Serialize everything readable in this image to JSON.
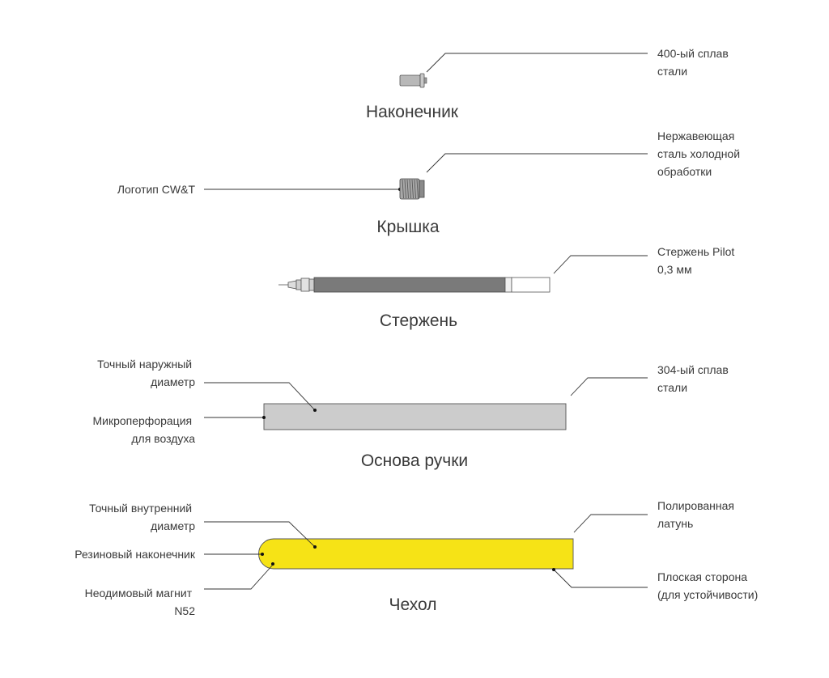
{
  "colors": {
    "text": "#3a3a3a",
    "steel": "#b8b8b8",
    "refill_body": "#7a7a7a",
    "base": "#cccccc",
    "brass": "#f6e316",
    "outline": "#555555"
  },
  "parts": {
    "tip": {
      "title": "Наконечник",
      "material": [
        "400-ый сплав",
        "стали"
      ]
    },
    "cap": {
      "title": "Крышка",
      "material": [
        "Нержавеющая",
        "сталь холодной",
        "обработки"
      ],
      "logo": "Логотип CW&T"
    },
    "refill": {
      "title": "Стержень",
      "material": [
        "Стержень Pilot",
        "0,3 мм"
      ]
    },
    "base": {
      "title": "Основа ручки",
      "outer_diameter": [
        "Точный наружный",
        "диаметр"
      ],
      "microperf": [
        "Микроперфорация",
        "для воздуха"
      ],
      "material": [
        "304-ый сплав",
        "стали"
      ]
    },
    "sleeve": {
      "title": "Чехол",
      "inner_diameter": [
        "Точный внутренний",
        "диаметр"
      ],
      "rubber_tip": "Резиновый наконечник",
      "magnet": [
        "Неодимовый магнит",
        "N52"
      ],
      "material": [
        "Полированная",
        "латунь"
      ],
      "flat_side": [
        "Плоская сторона",
        "(для устойчивости)"
      ]
    }
  }
}
